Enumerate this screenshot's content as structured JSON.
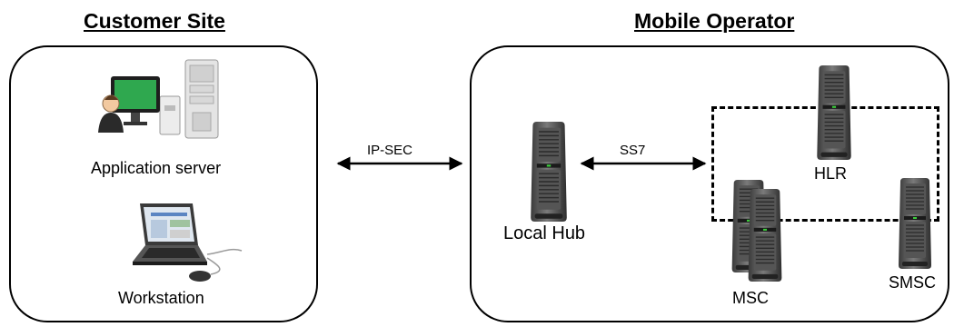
{
  "customer_site": {
    "title": "Customer Site",
    "application_server": {
      "label": "Application server",
      "icon": "application-server-icon"
    },
    "workstation": {
      "label": "Workstation",
      "icon": "laptop-icon"
    }
  },
  "mobile_operator": {
    "title": "Mobile Operator",
    "local_hub": {
      "label": "Local Hub",
      "icon": "server-tower-icon"
    },
    "hlr": {
      "label": "HLR",
      "icon": "server-tower-icon"
    },
    "msc": {
      "label": "MSC",
      "icon": "server-tower-icon"
    },
    "smsc": {
      "label": "SMSC",
      "icon": "server-tower-icon"
    }
  },
  "links": {
    "ipsec": {
      "label": "IP-SEC"
    },
    "ss7": {
      "label": "SS7"
    }
  },
  "colors": {
    "screen_green": "#2fa84f",
    "server_dark": "#4a4a4a",
    "server_light": "#cfcfcf",
    "led_green": "#3cd03c"
  }
}
